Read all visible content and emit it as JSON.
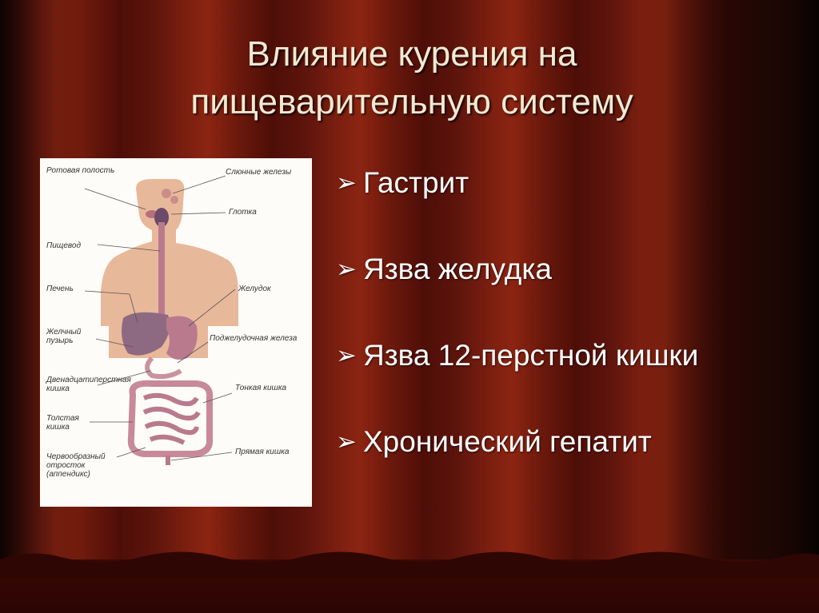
{
  "slide": {
    "title_lines": [
      "Влияние курения на",
      "пищеварительную систему"
    ],
    "bullet_glyph": "➢",
    "bullets": [
      "Гастрит",
      "Язва желудка",
      "Язва 12-перстной кишки",
      "Хронический гепатит"
    ]
  },
  "diagram": {
    "labels": {
      "mouth": "Ротовая полость",
      "salivary": "Слюнные железы",
      "pharynx": "Глотка",
      "esophagus": "Пищевод",
      "liver": "Печень",
      "stomach": "Желудок",
      "gallbladder": "Желчный пузырь",
      "pancreas": "Поджелудочная железа",
      "duodenum": "Двенадцатиперстная кишка",
      "small_intestine": "Тонкая кишка",
      "large_intestine": "Толстая кишка",
      "appendix": "Червообразный отросток (аппендикс)",
      "rectum": "Прямая кишка"
    }
  },
  "colors": {
    "curtain": "#7a1e10",
    "text": "#ffffff",
    "title": "#f3e9d2",
    "skin": "#e8b89a",
    "organ": "#b97a8e"
  }
}
